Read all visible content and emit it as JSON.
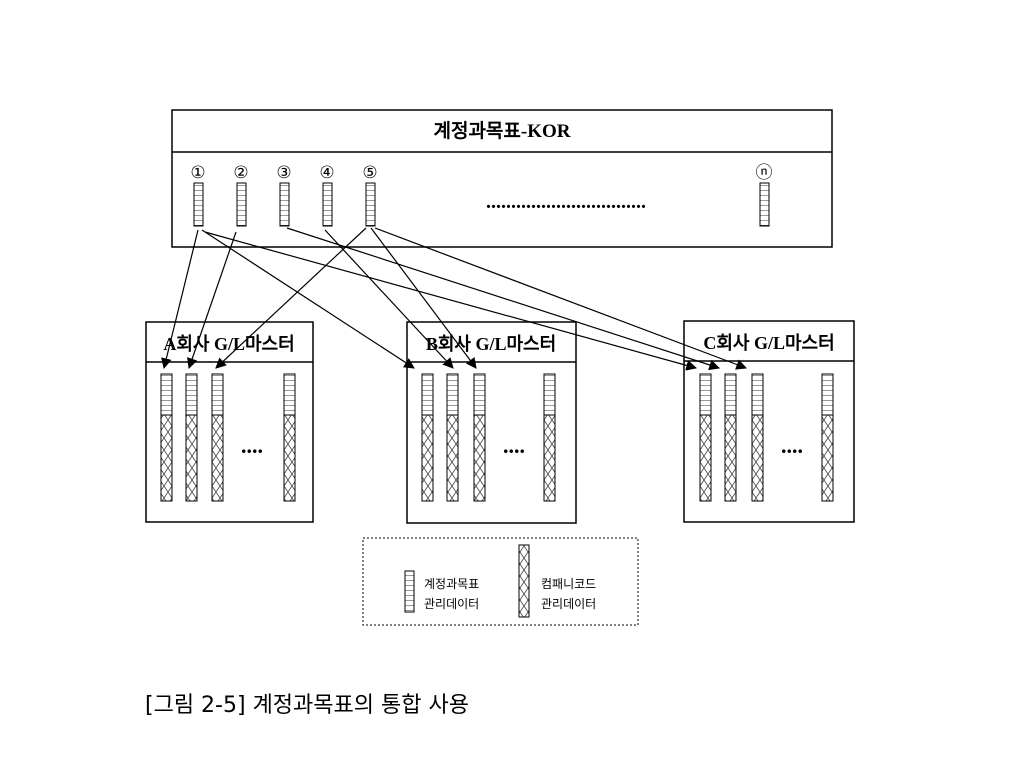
{
  "chart_of_accounts": {
    "title": "계정과목표-KOR",
    "markers": [
      "①",
      "②",
      "③",
      "④",
      "⑤",
      "ⓝ"
    ],
    "ellipsis": "................................"
  },
  "companies": [
    {
      "label": "A회사 G/L마스터",
      "ellipsis": "...."
    },
    {
      "label": "B회사 G/L마스터",
      "ellipsis": "...."
    },
    {
      "label": "C회사 G/L마스터",
      "ellipsis": "...."
    }
  ],
  "legend": {
    "item1": {
      "line1": "계정과목표",
      "line2": "관리데이터"
    },
    "item2": {
      "line1": "컴패니코드",
      "line2": "관리데이터"
    }
  },
  "caption": "[그림 2-5] 계정과목표의 통합 사용",
  "colors": {
    "line": "#000000",
    "background": "#ffffff"
  }
}
